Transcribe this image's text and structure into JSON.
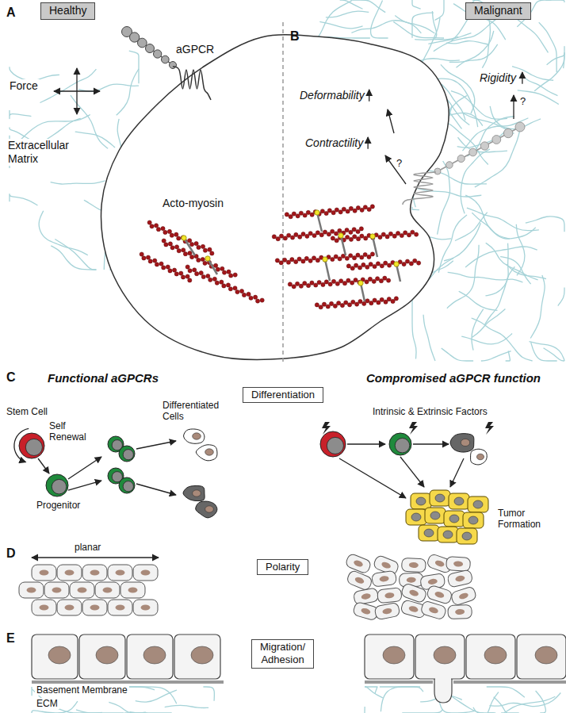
{
  "diagram": {
    "nodes": [
      {
        "text": [
          "Healthy"
        ]
      },
      {
        "text": [
          "Malignant"
        ]
      },
      {
        "text": [
          "Differentiation"
        ]
      },
      {
        "text": [
          "Polarity"
        ]
      },
      {
        "text": [
          "Migration/ Adhesion"
        ]
      }
    ],
    "labels": [
      "A",
      "Force",
      "aGPCR",
      "Extracellular Matrix",
      "Acto-myosin",
      "B",
      "Deformability",
      "Contractility",
      "Rigidity",
      "?",
      "?",
      "C",
      "Functional aGPCRs",
      "Compromised aGPCR function",
      "Stem Cell",
      "Self Renewal",
      "Differentiated Cells",
      "Progenitor",
      "Intrinsic & Extrinsic Factors",
      "Tumor Formation",
      "D",
      "planar",
      "E",
      "Basement Membrane",
      "ECM"
    ]
  }
}
